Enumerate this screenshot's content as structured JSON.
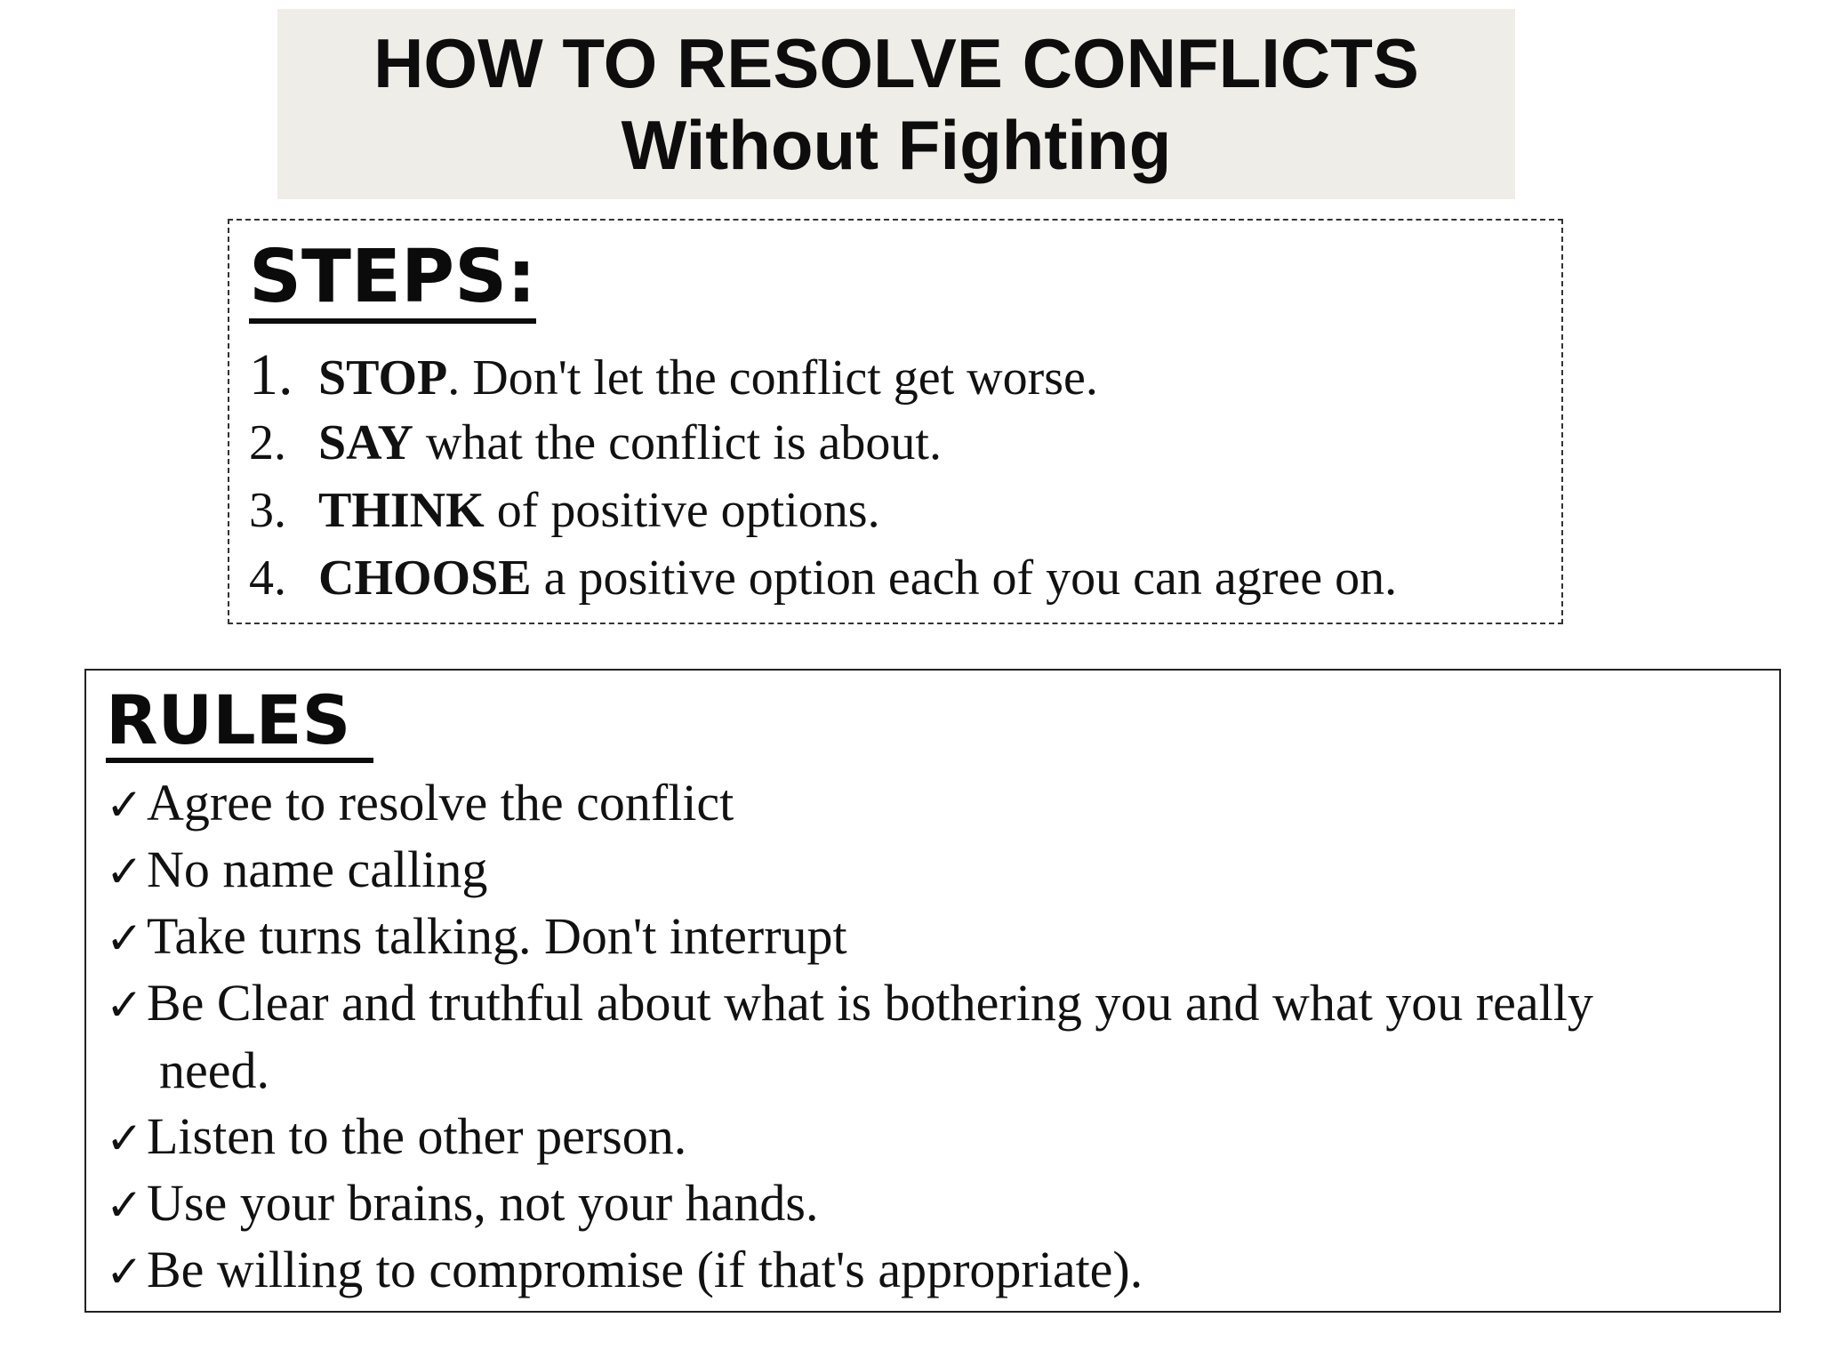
{
  "title": {
    "line1": "HOW TO RESOLVE CONFLICTS",
    "line2": "Without Fighting"
  },
  "steps": {
    "heading": "STEPS:",
    "items": [
      {
        "number": "1.",
        "keyword": "STOP",
        "rest": ". Don't let the conflict get worse."
      },
      {
        "number": "2.",
        "keyword": "SAY",
        "rest": " what the conflict is about."
      },
      {
        "number": "3.",
        "keyword": "THINK",
        "rest": " of positive options."
      },
      {
        "number": "4.",
        "keyword": "CHOOSE",
        "rest": " a positive option each of you can agree on."
      }
    ]
  },
  "rules": {
    "heading": "RULES",
    "check_icon": "check-mark-icon",
    "items": [
      {
        "text": "Agree to resolve the conflict"
      },
      {
        "text": "No name calling"
      },
      {
        "text": "Take turns talking. Don't interrupt"
      },
      {
        "text": "Be Clear and truthful about what is bothering you and what you really",
        "continuation": "need."
      },
      {
        "text": "Listen to the other person."
      },
      {
        "text": "Use your brains, not your hands."
      },
      {
        "text": "Be willing to compromise (if that's appropriate)."
      }
    ]
  }
}
